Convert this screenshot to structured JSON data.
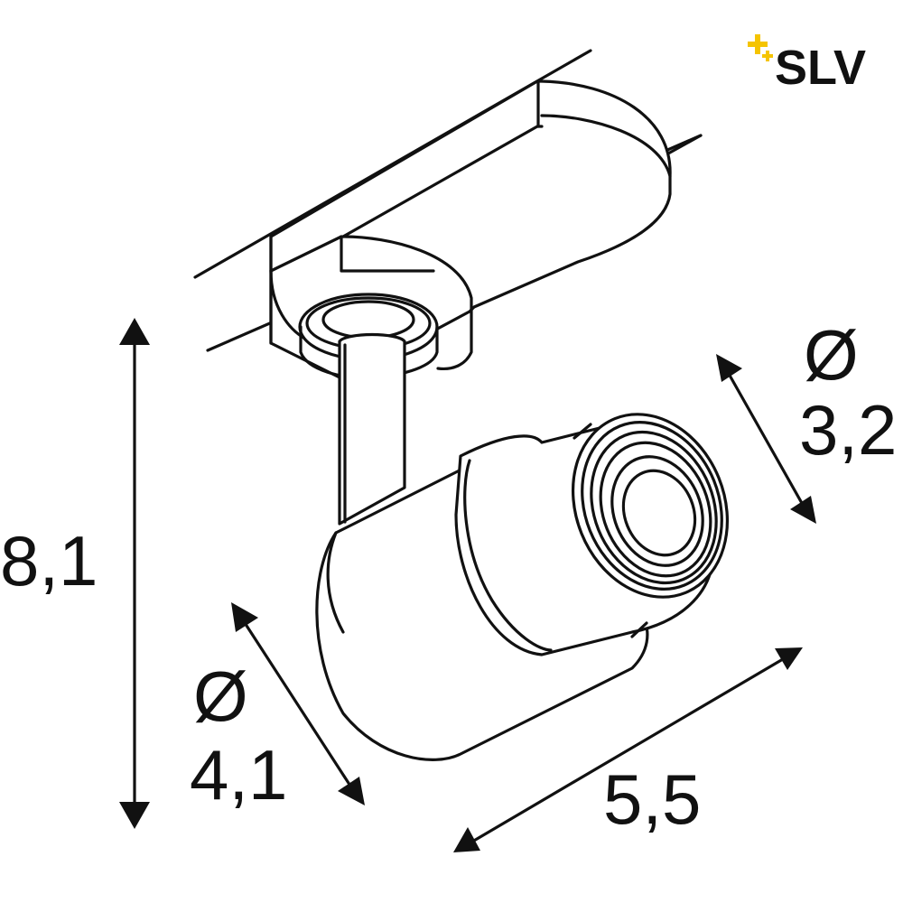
{
  "logo": {
    "text": "SLV",
    "accent_color": "#f5c400",
    "icon": "sparkle-icon"
  },
  "dimensions": {
    "height": "8,1",
    "lens_diameter_symbol": "Ø",
    "lens_diameter_value": "3,2",
    "body_diameter_symbol": "Ø",
    "body_diameter_value": "4,1",
    "length": "5,5"
  }
}
